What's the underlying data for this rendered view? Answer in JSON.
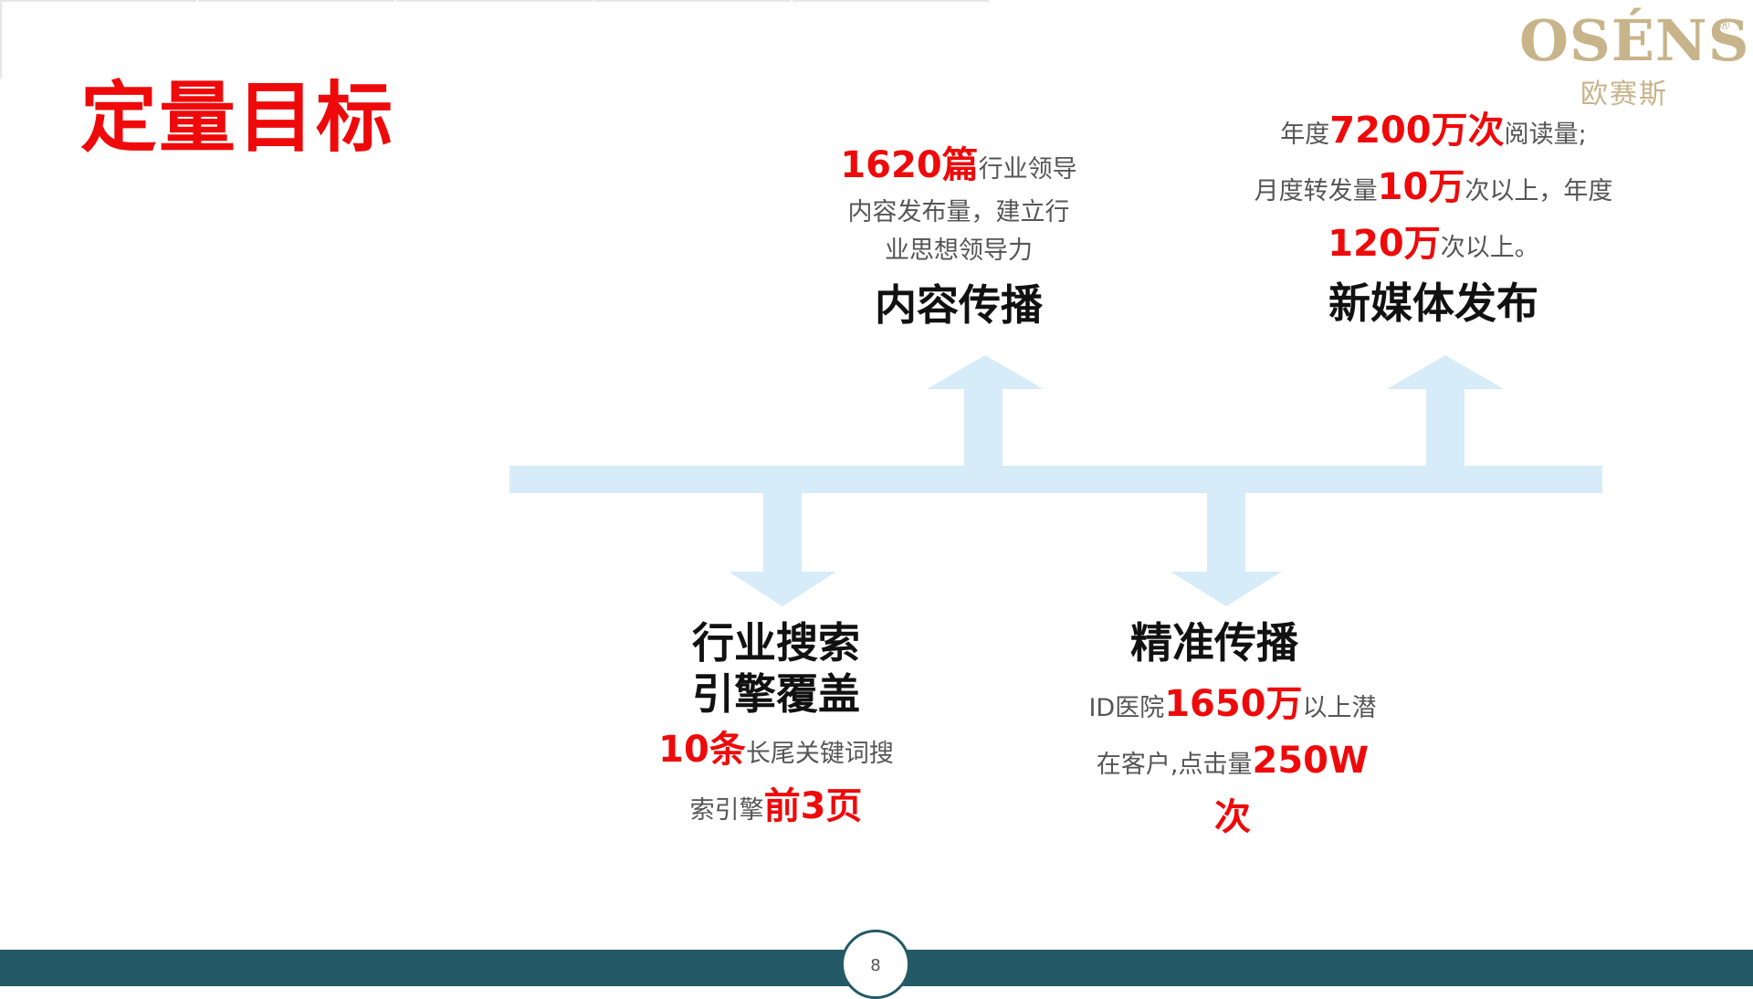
{
  "title": "定量目标",
  "logo": {
    "brand": "OSÉNS",
    "reg": "®",
    "subtitle": "欧赛斯"
  },
  "colors": {
    "highlight": "#ee0a0a",
    "arrow": "#d6ecf8",
    "footer": "#245a66",
    "logo": "#c8b48a"
  },
  "blocks": {
    "content": {
      "heading": "内容传播",
      "l1_hl": "1620篇",
      "l1_rest": "行业领导",
      "l2": "内容发布量，建立行",
      "l3": "业思想领导力"
    },
    "newmedia": {
      "heading": "新媒体发布",
      "l1_pre": "年度",
      "l1_hl": "7200万次",
      "l1_post": "阅读量;",
      "l2_pre": "月度转发量",
      "l2_hl": "10万",
      "l2_post": "次以上，年度",
      "l3_hl": "120万",
      "l3_post": "次以上。"
    },
    "search": {
      "heading_l1": "行业搜索",
      "heading_l2": "引擎覆盖",
      "l1_hl": "10条",
      "l1_rest": "长尾关键词搜",
      "l2_pre": "索引擎",
      "l2_hl": "前3页"
    },
    "precise": {
      "heading": "精准传播",
      "l1_pre": "ID医院",
      "l1_hl": "1650万",
      "l1_post": "以上潜",
      "l2_pre": "在客户,点击量",
      "l2_hl": "250W",
      "l3_hl": "次"
    }
  },
  "page_number": "8"
}
